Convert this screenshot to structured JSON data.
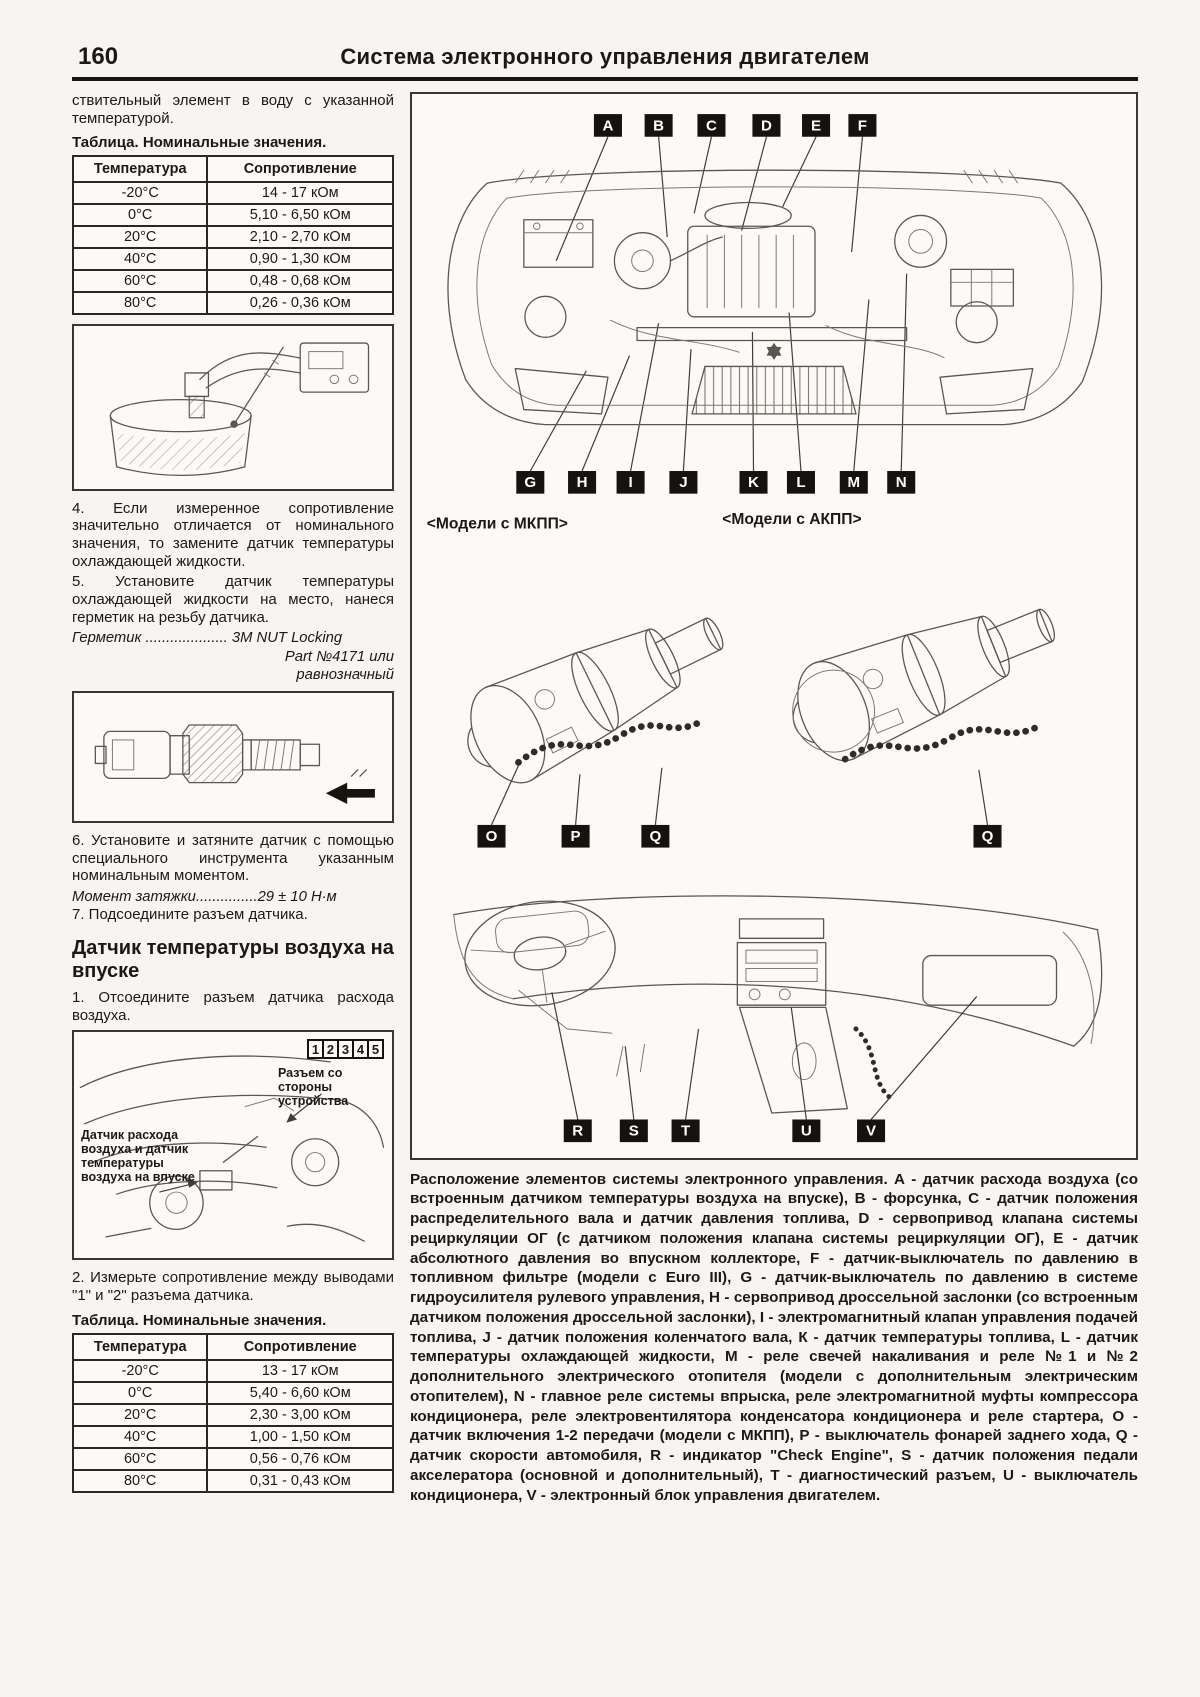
{
  "page": {
    "number": "160",
    "title": "Система электронного управления двигателем"
  },
  "left": {
    "intro": "ствительный элемент в воду с указанной температурой.",
    "table1_title": "Таблица. Номинальные значения.",
    "table1": {
      "headers": [
        "Температура",
        "Сопротивление"
      ],
      "rows": [
        [
          "-20°С",
          "14 - 17 кОм"
        ],
        [
          "0°С",
          "5,10 - 6,50 кОм"
        ],
        [
          "20°С",
          "2,10 - 2,70 кОм"
        ],
        [
          "40°С",
          "0,90 - 1,30 кОм"
        ],
        [
          "60°С",
          "0,48 - 0,68 кОм"
        ],
        [
          "80°С",
          "0,26 - 0,36 кОм"
        ]
      ]
    },
    "step4": "4. Если измеренное сопротивление значительно отличается от номинального значения, то замените датчик температуры охлаждающей жидкости.",
    "step5": "5. Установите датчик температуры охлаждающей жидкости на место, нанеся герметик на резьбу датчика.",
    "sealant_label": "Герметик .................... 3M NUT Locking",
    "sealant_line2": "Part №4171 или",
    "sealant_line3": "равнозначный",
    "step6": "6. Установите и затяните датчик с помощью специального инструмента указанным номинальным моментом.",
    "torque": "Момент затяжки...............29 ± 10 Н·м",
    "step7": "7. Подсоедините разъем датчика.",
    "section_title": "Датчик температуры воздуха на впуске",
    "step1": "1. Отсоедините разъем датчика расхода воздуха.",
    "fig3": {
      "pins": [
        "1",
        "2",
        "3",
        "4",
        "5"
      ],
      "connector_label": "Разъем со стороны устройства",
      "sensor_label": "Датчик расхода воздуха и датчик температуры воздуха на впуске"
    },
    "step2": "2. Измерьте сопротивление между выводами \"1\" и \"2\" разъема датчика.",
    "table2_title": "Таблица. Номинальные значения.",
    "table2": {
      "headers": [
        "Температура",
        "Сопротивление"
      ],
      "rows": [
        [
          "-20°С",
          "13 - 17 кОм"
        ],
        [
          "0°С",
          "5,40 - 6,60 кОм"
        ],
        [
          "20°С",
          "2,30 - 3,00 кОм"
        ],
        [
          "40°С",
          "1,00 - 1,50 кОм"
        ],
        [
          "60°С",
          "0,56 - 0,76 кОм"
        ],
        [
          "80°С",
          "0,31 - 0,43 кОм"
        ]
      ]
    }
  },
  "right": {
    "mkpp_label": "<Модели с МКПП>",
    "akpp_label": "<Модели с АКПП>",
    "callouts": {
      "top": [
        "A",
        "B",
        "C",
        "D",
        "E",
        "F"
      ],
      "engine_bottom": [
        "G",
        "H",
        "I",
        "J",
        "K",
        "L",
        "M",
        "N"
      ],
      "trans_left": [
        "O",
        "P",
        "Q"
      ],
      "trans_right": [
        "Q"
      ],
      "dash": [
        "R",
        "S",
        "T",
        "U",
        "V"
      ]
    },
    "caption": "Расположение элементов системы электронного управления. А - датчик расхода воздуха (со встроенным датчиком температуры воздуха на впуске), В - форсунка, С - датчик положения распределительного вала и датчик давления топлива, D - сервопривод клапана системы рециркуляции ОГ (с датчиком положения клапана системы рециркуляции ОГ), Е - датчик абсолютного давления во впускном коллекторе, F - датчик-выключатель по давлению в топливном фильтре (модели с Euro III), G - датчик-выключатель по давлению в системе гидроусилителя рулевого управления, Н - сервопривод дроссельной заслонки (со встроенным датчиком положения дроссельной заслонки), I - электромагнитный клапан управления подачей топлива, J - датчик положения коленчатого вала, К - датчик температуры топлива, L - датчик температуры охлаждающей жидкости, М - реле свечей накаливания и реле №1 и №2 дополнительного электрического отопителя (модели с дополнительным электрическим отопителем), N - главное реле системы впрыска, реле электромагнитной муфты компрессора кондиционера, реле электровентилятора конденсатора кондиционера и реле стартера, О - датчик включения 1-2 передачи (модели с МКПП), Р - выключатель фонарей заднего хода, Q - датчик скорости автомобиля, R - индикатор \"Check Engine\", S - датчик положения педали акселератора (основной и дополнительный), Т - диагностический разъем, U - выключатель кондиционера, V - электронный блок управления двигателем."
  }
}
